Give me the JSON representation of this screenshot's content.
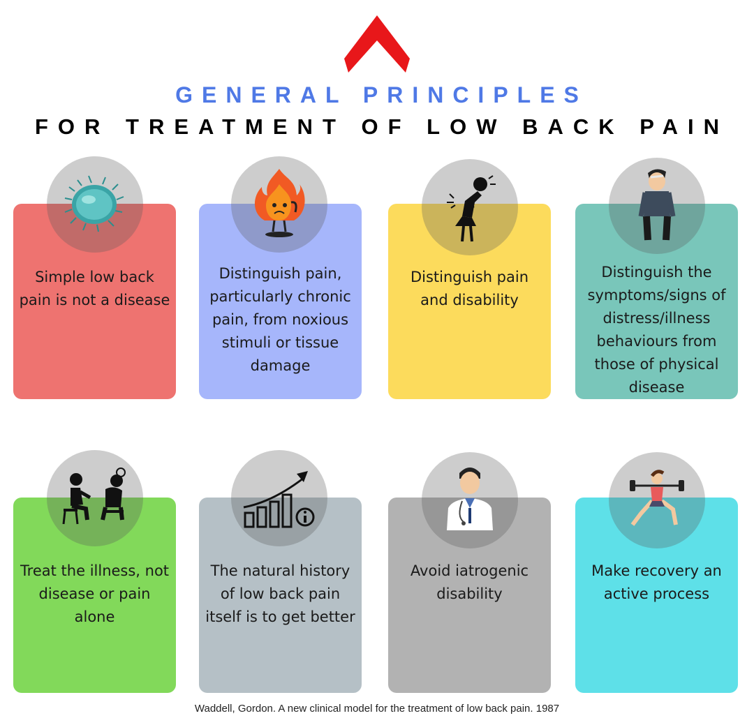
{
  "header": {
    "title_line1": "GENERAL PRINCIPLES",
    "title_line2": "FOR TREATMENT OF LOW BACK PAIN",
    "logo_color": "#e8171a",
    "title_color": "#4f79e6"
  },
  "cards": [
    {
      "text": "Simple low back pain is not a disease",
      "color": "#ee7370",
      "icon": "bacteria-icon"
    },
    {
      "text": "Distinguish pain, particularly chronic pain, from noxious stimuli or tissue damage",
      "color": "#a6b6fb",
      "icon": "fire-character-icon"
    },
    {
      "text": "Distinguish pain and disability",
      "color": "#fcdb5c",
      "icon": "back-pain-woman-icon"
    },
    {
      "text": "Distinguish the symptoms/signs of distress/illness behaviours from those of physical disease",
      "color": "#79c6ba",
      "icon": "distressed-man-icon"
    },
    {
      "text": "Treat the illness, not disease or pain alone",
      "color": "#82d95a",
      "icon": "therapy-session-icon"
    },
    {
      "text": "The natural history of low back pain itself is to get better",
      "color": "#b5c0c6",
      "icon": "rising-chart-icon"
    },
    {
      "text": "Avoid iatrogenic disability",
      "color": "#b2b2b2",
      "icon": "doctor-icon"
    },
    {
      "text": "Make recovery an active process",
      "color": "#5ee0e8",
      "icon": "exercise-woman-icon"
    }
  ],
  "citation": "Waddell, Gordon. A new clinical model for the treatment of low back pain. 1987"
}
